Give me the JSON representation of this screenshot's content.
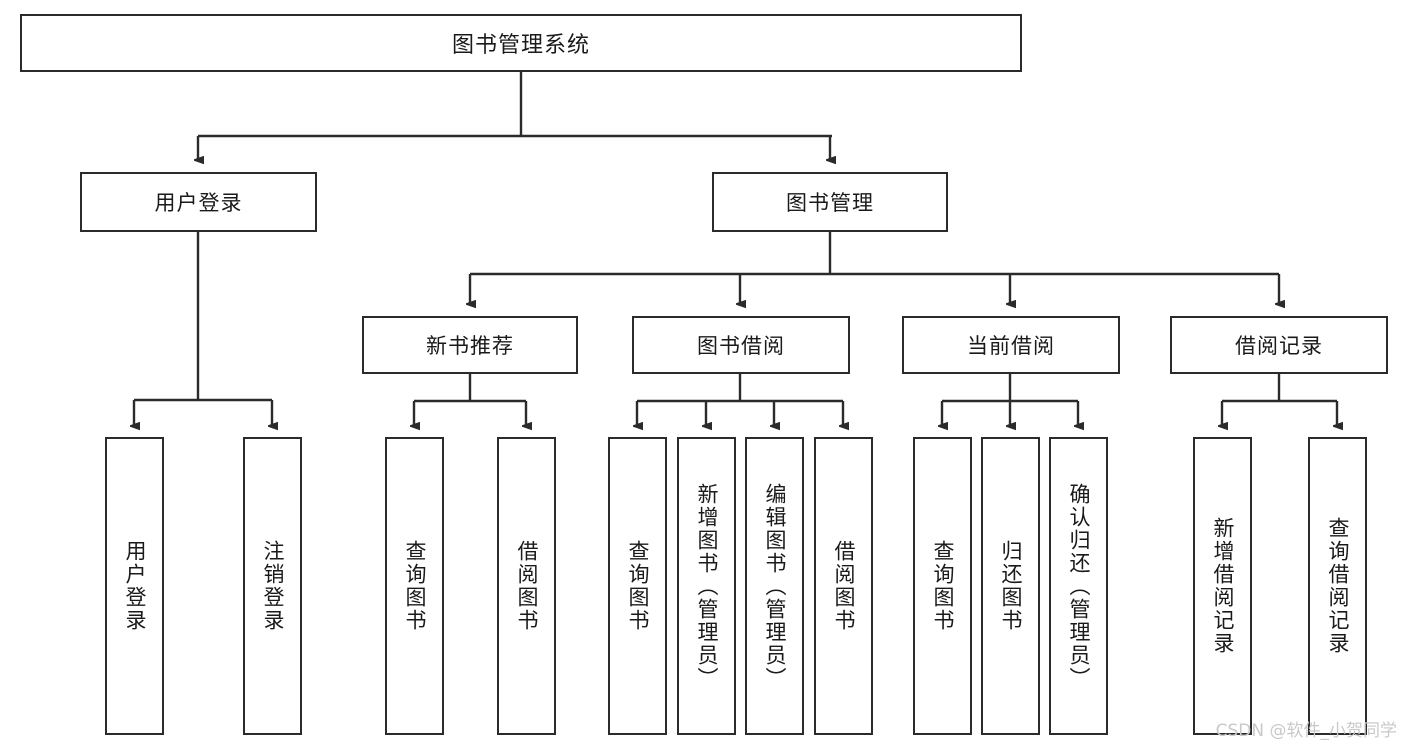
{
  "diagram": {
    "title": "图书管理系统",
    "watermark": "CSDN @软件_小贺同学",
    "type": "tree-hierarchy-diagram",
    "colors": {
      "stroke": "#2b2b2b",
      "fill": "#ffffff",
      "text": "#1a1a1a",
      "watermark": "#c9c9c9"
    },
    "levels": {
      "root": {
        "label": "图书管理系统"
      },
      "level2": [
        {
          "id": "user-login",
          "label": "用户登录"
        },
        {
          "id": "book-management",
          "label": "图书管理"
        }
      ],
      "level3": [
        {
          "id": "new-book-recommend",
          "label": "新书推荐"
        },
        {
          "id": "book-borrow",
          "label": "图书借阅"
        },
        {
          "id": "current-borrow",
          "label": "当前借阅"
        },
        {
          "id": "borrow-record",
          "label": "借阅记录"
        }
      ],
      "leaves": {
        "user_login": [
          {
            "id": "leaf-user-login",
            "label": "用户登录"
          },
          {
            "id": "leaf-logout-login",
            "label": "注销登录"
          }
        ],
        "new_book_recommend": [
          {
            "id": "leaf-query-book-1",
            "label": "查询图书"
          },
          {
            "id": "leaf-borrow-book-1",
            "label": "借阅图书"
          }
        ],
        "book_borrow": [
          {
            "id": "leaf-query-book-2",
            "label": "查询图书"
          },
          {
            "id": "leaf-add-book",
            "label": "新增图书（管理员）"
          },
          {
            "id": "leaf-edit-book",
            "label": "编辑图书（管理员）"
          },
          {
            "id": "leaf-borrow-book-2",
            "label": "借阅图书"
          }
        ],
        "current_borrow": [
          {
            "id": "leaf-query-book-3",
            "label": "查询图书"
          },
          {
            "id": "leaf-return-book",
            "label": "归还图书"
          },
          {
            "id": "leaf-confirm-return",
            "label": "确认归还（管理员）"
          }
        ],
        "borrow_record": [
          {
            "id": "leaf-add-record",
            "label": "新增借阅记录"
          },
          {
            "id": "leaf-query-record",
            "label": "查询借阅记录"
          }
        ]
      }
    }
  }
}
